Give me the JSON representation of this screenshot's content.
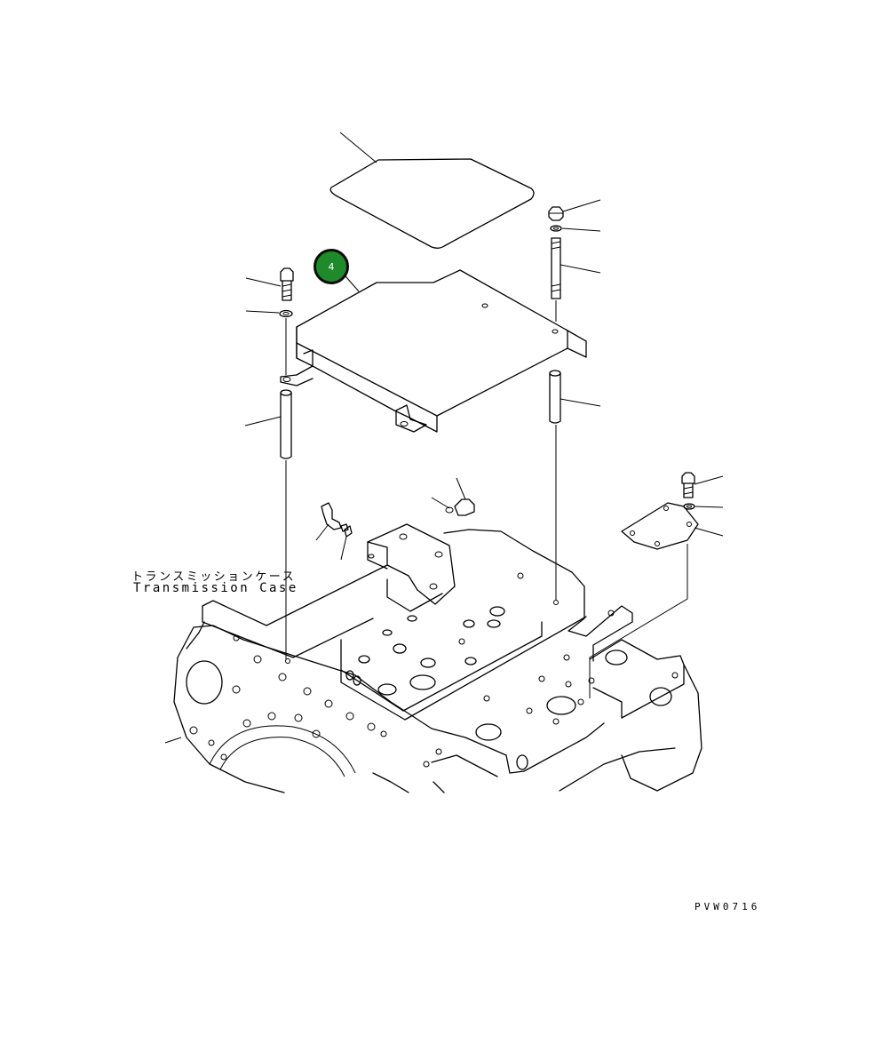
{
  "diagram": {
    "callout_number": "4",
    "case_label_jp": "トランスミッションケース",
    "case_label_en": "Transmission Case",
    "drawing_code": "PVW0716",
    "callout_color": "#1f8a2a"
  }
}
